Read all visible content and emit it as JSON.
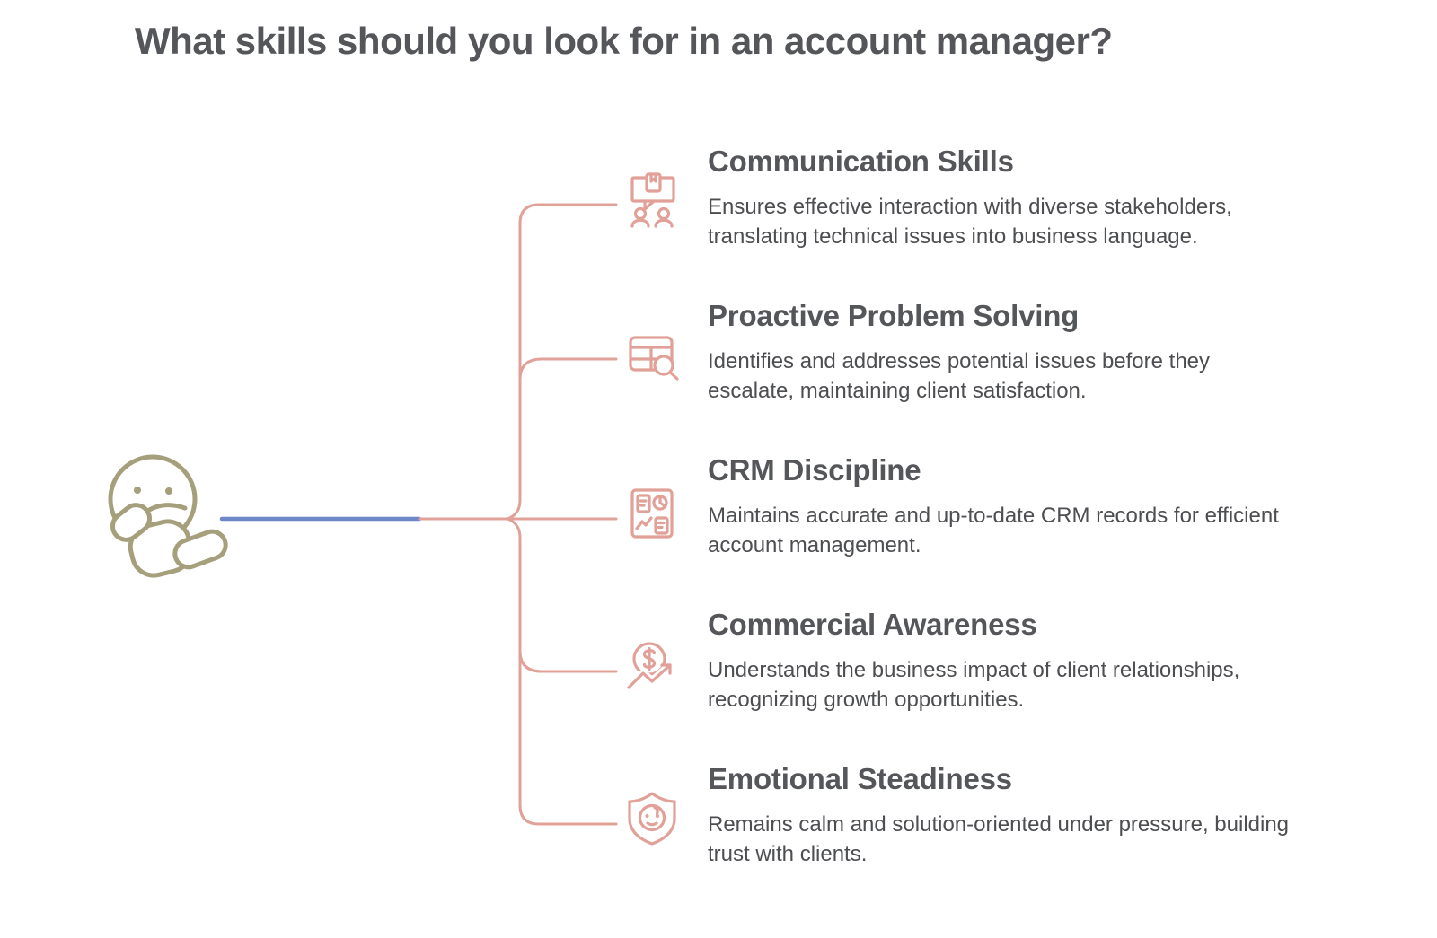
{
  "page": {
    "title": "What skills should you look for in an account manager?"
  },
  "colors": {
    "accent_salmon": "#e1a198",
    "accent_blue": "#6d86c6",
    "face_khaki": "#a69f7b",
    "heading_text": "#55565a",
    "body_text": "#4d4e51",
    "background": "#ffffff"
  },
  "root_node": {
    "icon": "thinking-face-icon"
  },
  "skills": [
    {
      "title": "Communication Skills",
      "description": "Ensures effective interaction with diverse stakeholders,\ntranslating technical issues into business language.",
      "icon": "communication-people-icon"
    },
    {
      "title": "Proactive Problem Solving",
      "description": "Identifies and addresses potential issues before they\nescalate, maintaining client satisfaction.",
      "icon": "table-search-icon"
    },
    {
      "title": "CRM Discipline",
      "description": "Maintains accurate and up-to-date CRM records for efficient\naccount management.",
      "icon": "crm-dashboard-icon"
    },
    {
      "title": "Commercial Awareness",
      "description": "Understands the business impact of client relationships,\nrecognizing growth opportunities.",
      "icon": "dollar-growth-icon"
    },
    {
      "title": "Emotional Steadiness",
      "description": "Remains calm and solution-oriented under pressure, building\ntrust with clients.",
      "icon": "shield-smile-icon"
    }
  ]
}
